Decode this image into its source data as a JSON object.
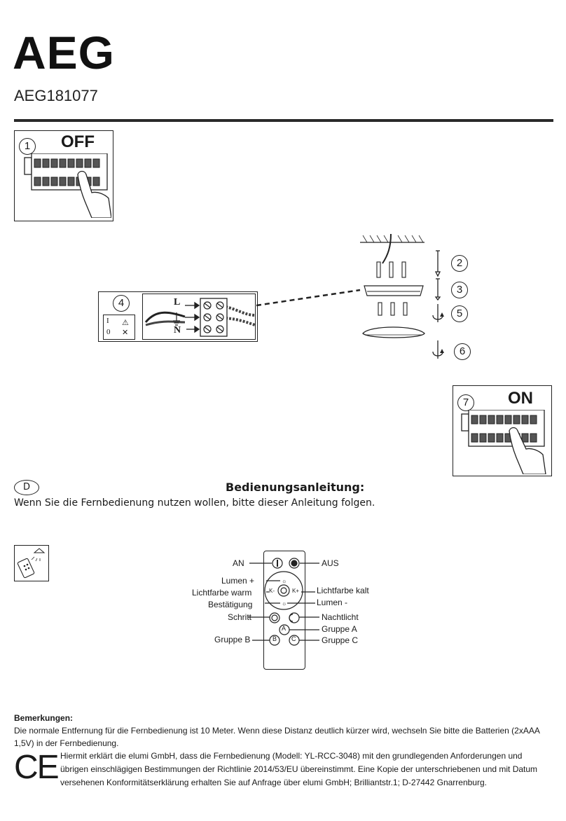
{
  "header": {
    "brand": "AEG",
    "model": "AEG181077"
  },
  "steps": {
    "s1": {
      "num": "1",
      "label": "OFF"
    },
    "s2": {
      "num": "2"
    },
    "s3": {
      "num": "3"
    },
    "s4": {
      "num": "4"
    },
    "s5": {
      "num": "5"
    },
    "s6": {
      "num": "6"
    },
    "s7": {
      "num": "7",
      "label": "ON"
    }
  },
  "wiring": {
    "l": "L",
    "n": "N",
    "i": "I",
    "o": "0"
  },
  "manual": {
    "lang": "D",
    "title": "Bedienungsanleitung:",
    "intro": "Wenn Sie die Fernbedienung nutzen wollen, bitte dieser Anleitung folgen."
  },
  "remote": {
    "an": "AN",
    "aus": "AUS",
    "lumen_plus": "Lumen +",
    "lichtfarbe_warm": "Lichtfarbe warm",
    "bestaetigung": "Bestätigung",
    "schritt": "Schritt",
    "gruppe_b": "Gruppe B",
    "lichtfarbe_kalt": "Lichtfarbe kalt",
    "lumen_minus": "Lumen -",
    "nachtlicht": "Nachtlicht",
    "gruppe_a": "Gruppe A",
    "gruppe_c": "Gruppe C",
    "btn_a": "A",
    "btn_b": "B",
    "btn_c": "C"
  },
  "remarks": {
    "heading": "Bemerkungen:",
    "text": "Die normale Entfernung für die Fernbedienung ist 10 Meter. Wenn diese Distanz deutlich kürzer wird, wechseln Sie bitte die Batterien (2xAAA 1,5V) in der Fernbedienung.",
    "ce_mark": "CE",
    "declaration": "Hiermit erklärt die elumi GmbH, dass die Fernbedienung (Modell: YL-RCC-3048) mit den grundlegenden Anforderungen und übrigen einschlägigen Bestimmungen der Richtlinie 2014/53/EU übereinstimmt. Eine Kopie der unterschriebenen und mit Datum versehenen Konformitätserklärung erhalten Sie auf Anfrage über elumi GmbH; Brilliantstr.1; D-27442 Gnarrenburg."
  }
}
